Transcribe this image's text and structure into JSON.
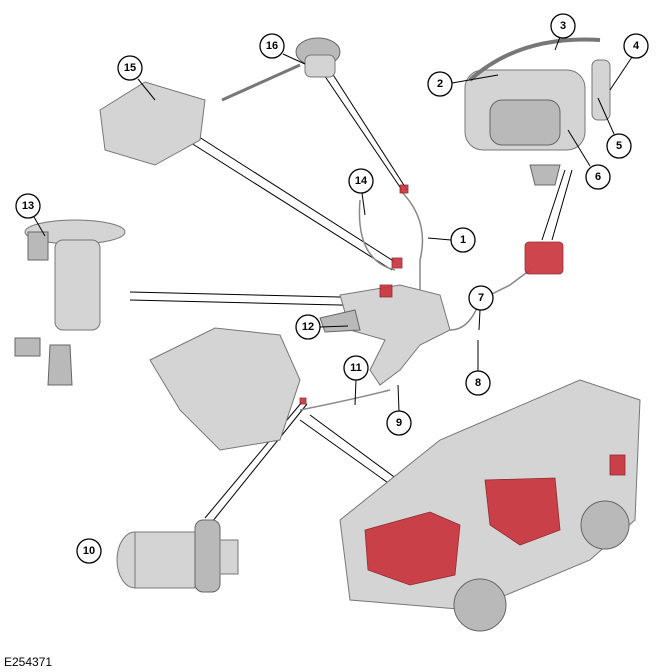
{
  "figure_code": "E254371",
  "callouts": [
    "1",
    "2",
    "3",
    "4",
    "5",
    "6",
    "7",
    "8",
    "9",
    "10",
    "11",
    "12",
    "13",
    "14",
    "15",
    "16"
  ],
  "colors": {
    "highlight": "#c9313a",
    "component": "#d4d4d4",
    "line": "#000000"
  }
}
